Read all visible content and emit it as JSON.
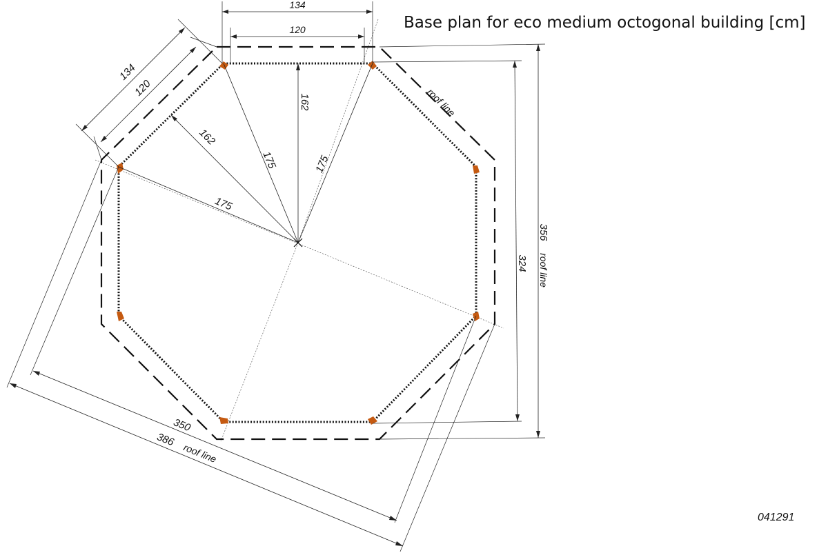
{
  "title": "Base plan for eco medium octogonal building [cm]",
  "drawing_code": "041291",
  "colors": {
    "post": "#c55a11",
    "lines": "#111111",
    "background": "#ffffff"
  },
  "dimensions": {
    "top_outer_side": "134",
    "top_inner_side": "120",
    "diag_outer_side": "134",
    "diag_inner_side": "120",
    "apothem_to_diag_side": "162",
    "apothem_vertical": "162",
    "radius_left": "175",
    "radius_upper_left": "175",
    "radius_upper_right": "175",
    "inner_width_right": "324",
    "roof_width_right": "356",
    "roof_line_right": "roof line",
    "inner_width_bottom": "350",
    "roof_width_bottom": "386",
    "roof_line_bottom": "roof line",
    "roof_line_side": "roof line"
  }
}
